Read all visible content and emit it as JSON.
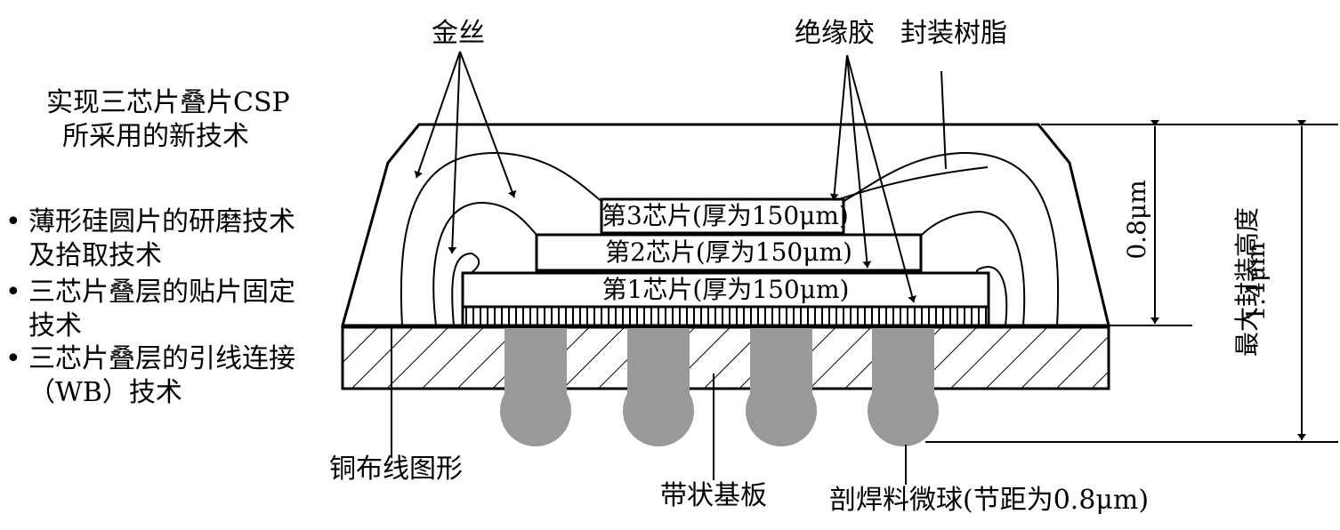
{
  "title_block": {
    "line1": "实现三芯片叠片CSP",
    "line2": "所采用的新技术"
  },
  "bullets": [
    "薄形硅圆片的研磨技术及拾取技术",
    "三芯片叠层的贴片固定技术",
    "三芯片叠层的引线连接（WB）技术"
  ],
  "callouts": {
    "gold_wire": "金丝",
    "insulating_glue": "绝缘胶",
    "encapsulation_resin": "封装树脂",
    "copper_wiring": "铜布线图形",
    "tape_substrate": "带状基板",
    "solder_ball": "剖焊料微球(节距为0.8μm)"
  },
  "chips": [
    {
      "label": "第3芯片(厚为150μm)"
    },
    {
      "label": "第2芯片(厚为150μm)"
    },
    {
      "label": "第1芯片(厚为150μm)"
    }
  ],
  "dimensions": {
    "inner_height": "0.8μm",
    "max_height_title": "最大封装高度",
    "max_height_value": "1.4μm"
  },
  "colors": {
    "line": "#000000",
    "solder": "#999999",
    "background": "#ffffff"
  }
}
